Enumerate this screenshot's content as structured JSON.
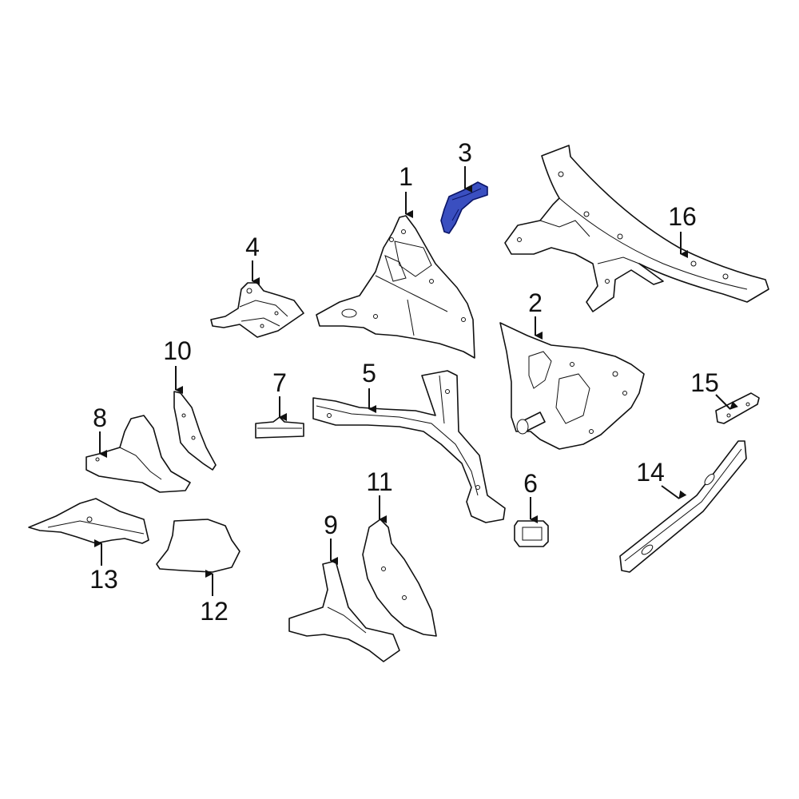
{
  "diagram": {
    "highlight_color": "#3a4fc0",
    "callouts": [
      {
        "id": "1",
        "label": "1"
      },
      {
        "id": "2",
        "label": "2"
      },
      {
        "id": "3",
        "label": "3"
      },
      {
        "id": "4",
        "label": "4"
      },
      {
        "id": "5",
        "label": "5"
      },
      {
        "id": "6",
        "label": "6"
      },
      {
        "id": "7",
        "label": "7"
      },
      {
        "id": "8",
        "label": "8"
      },
      {
        "id": "9",
        "label": "9"
      },
      {
        "id": "10",
        "label": "10"
      },
      {
        "id": "11",
        "label": "11"
      },
      {
        "id": "12",
        "label": "12"
      },
      {
        "id": "13",
        "label": "13"
      },
      {
        "id": "14",
        "label": "14"
      },
      {
        "id": "15",
        "label": "15"
      },
      {
        "id": "16",
        "label": "16"
      }
    ]
  }
}
